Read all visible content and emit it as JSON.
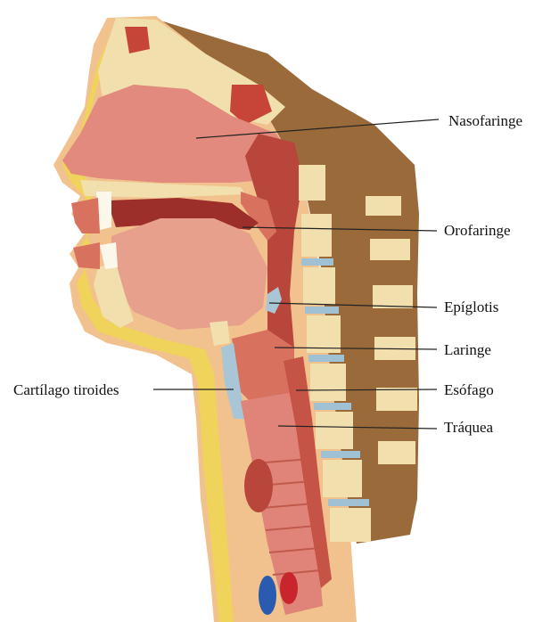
{
  "labels": {
    "nasofaringe": "Nasofaringe",
    "orofaringe": "Orofaringe",
    "epiglotis": "Epíglotis",
    "laringe": "Laringe",
    "cartilago_tiroides": "Cartílago tiroides",
    "esofago": "Esófago",
    "traquea": "Tráquea"
  },
  "colors": {
    "skin": "#f1c28e",
    "fat_yellow": "#f0d35a",
    "bone": "#f1dfae",
    "bone_marrow": "#c98a4c",
    "muscle": "#d9715f",
    "tongue": "#e7a08c",
    "cavity": "#b8463a",
    "mucosa": "#e0847a",
    "cartilage": "#a9c6d6",
    "vertebral_disc": "#9fc1d3",
    "back_muscle": "#9a6a3a",
    "artery": "#c8262c",
    "vein": "#2a5bb0",
    "leader_line": "#222222"
  }
}
